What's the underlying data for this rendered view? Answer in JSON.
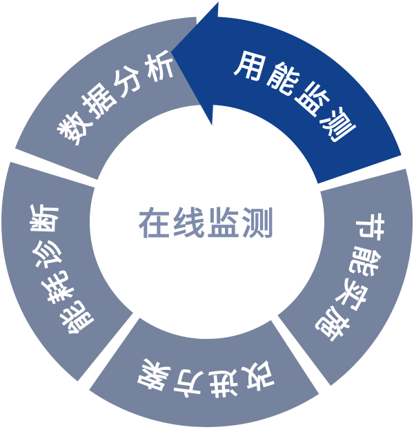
{
  "diagram": {
    "center": {
      "label": "在线监测"
    },
    "segments": [
      {
        "label": "用能监测",
        "highlighted": true,
        "shape": "arrow-segment",
        "position": "top"
      },
      {
        "label": "节能实施",
        "highlighted": false,
        "shape": "ring-segment",
        "position": "right"
      },
      {
        "label": "改进方案",
        "highlighted": false,
        "shape": "ring-segment",
        "position": "bottom"
      },
      {
        "label": "能耗诊断",
        "highlighted": false,
        "shape": "ring-segment",
        "position": "left"
      },
      {
        "label": "数据分析",
        "highlighted": false,
        "shape": "ring-segment",
        "position": "top-left"
      }
    ],
    "colors": {
      "highlight_blue": "#11418D",
      "ring_gray": "#76839E",
      "center_text": "#7D8CAB",
      "label_text": "#FFFFFF",
      "background": "#FFFFFF"
    }
  }
}
